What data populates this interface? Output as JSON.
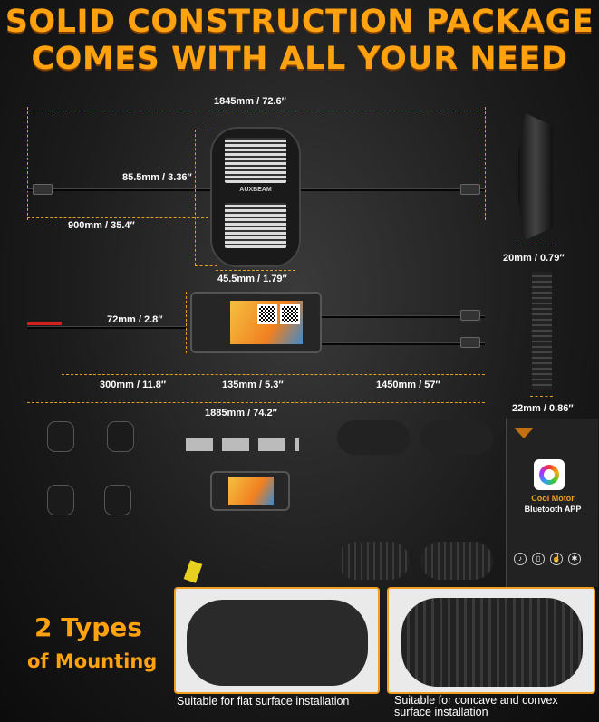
{
  "title": {
    "line1": "SOLID CONSTRUCTION PACKAGE",
    "line2": "COMES WITH ALL YOUR NEED"
  },
  "dimensions": {
    "total_length_light": "1845mm / 72.6″",
    "light_height": "85.5mm / 3.36″",
    "light_cable": "900mm / 35.4″",
    "light_width": "45.5mm / 1.79″",
    "light_depth": "20mm / 0.79″",
    "box_height": "72mm / 2.8″",
    "power_cable": "300mm / 11.8″",
    "box_width": "135mm / 5.3″",
    "output_cable": "1450mm / 57″",
    "total_length_box": "1885mm / 74.2″",
    "box_depth": "22mm / 0.86″"
  },
  "brand": "AUXBEAM",
  "app_card": {
    "name_line1": "Cool Motor",
    "name_line2": "Bluetooth APP",
    "icons": [
      "music-icon",
      "phone-touch-icon",
      "tap-icon",
      "pattern-icon"
    ]
  },
  "mounting": {
    "heading_line1": "2 Types",
    "heading_line2": "of Mounting",
    "flat_caption": "Suitable for flat surface installation",
    "concave_caption": "Suitable for concave and convex surface installation"
  },
  "colors": {
    "accent": "#ffa20f",
    "background": "#1c1c1c"
  }
}
